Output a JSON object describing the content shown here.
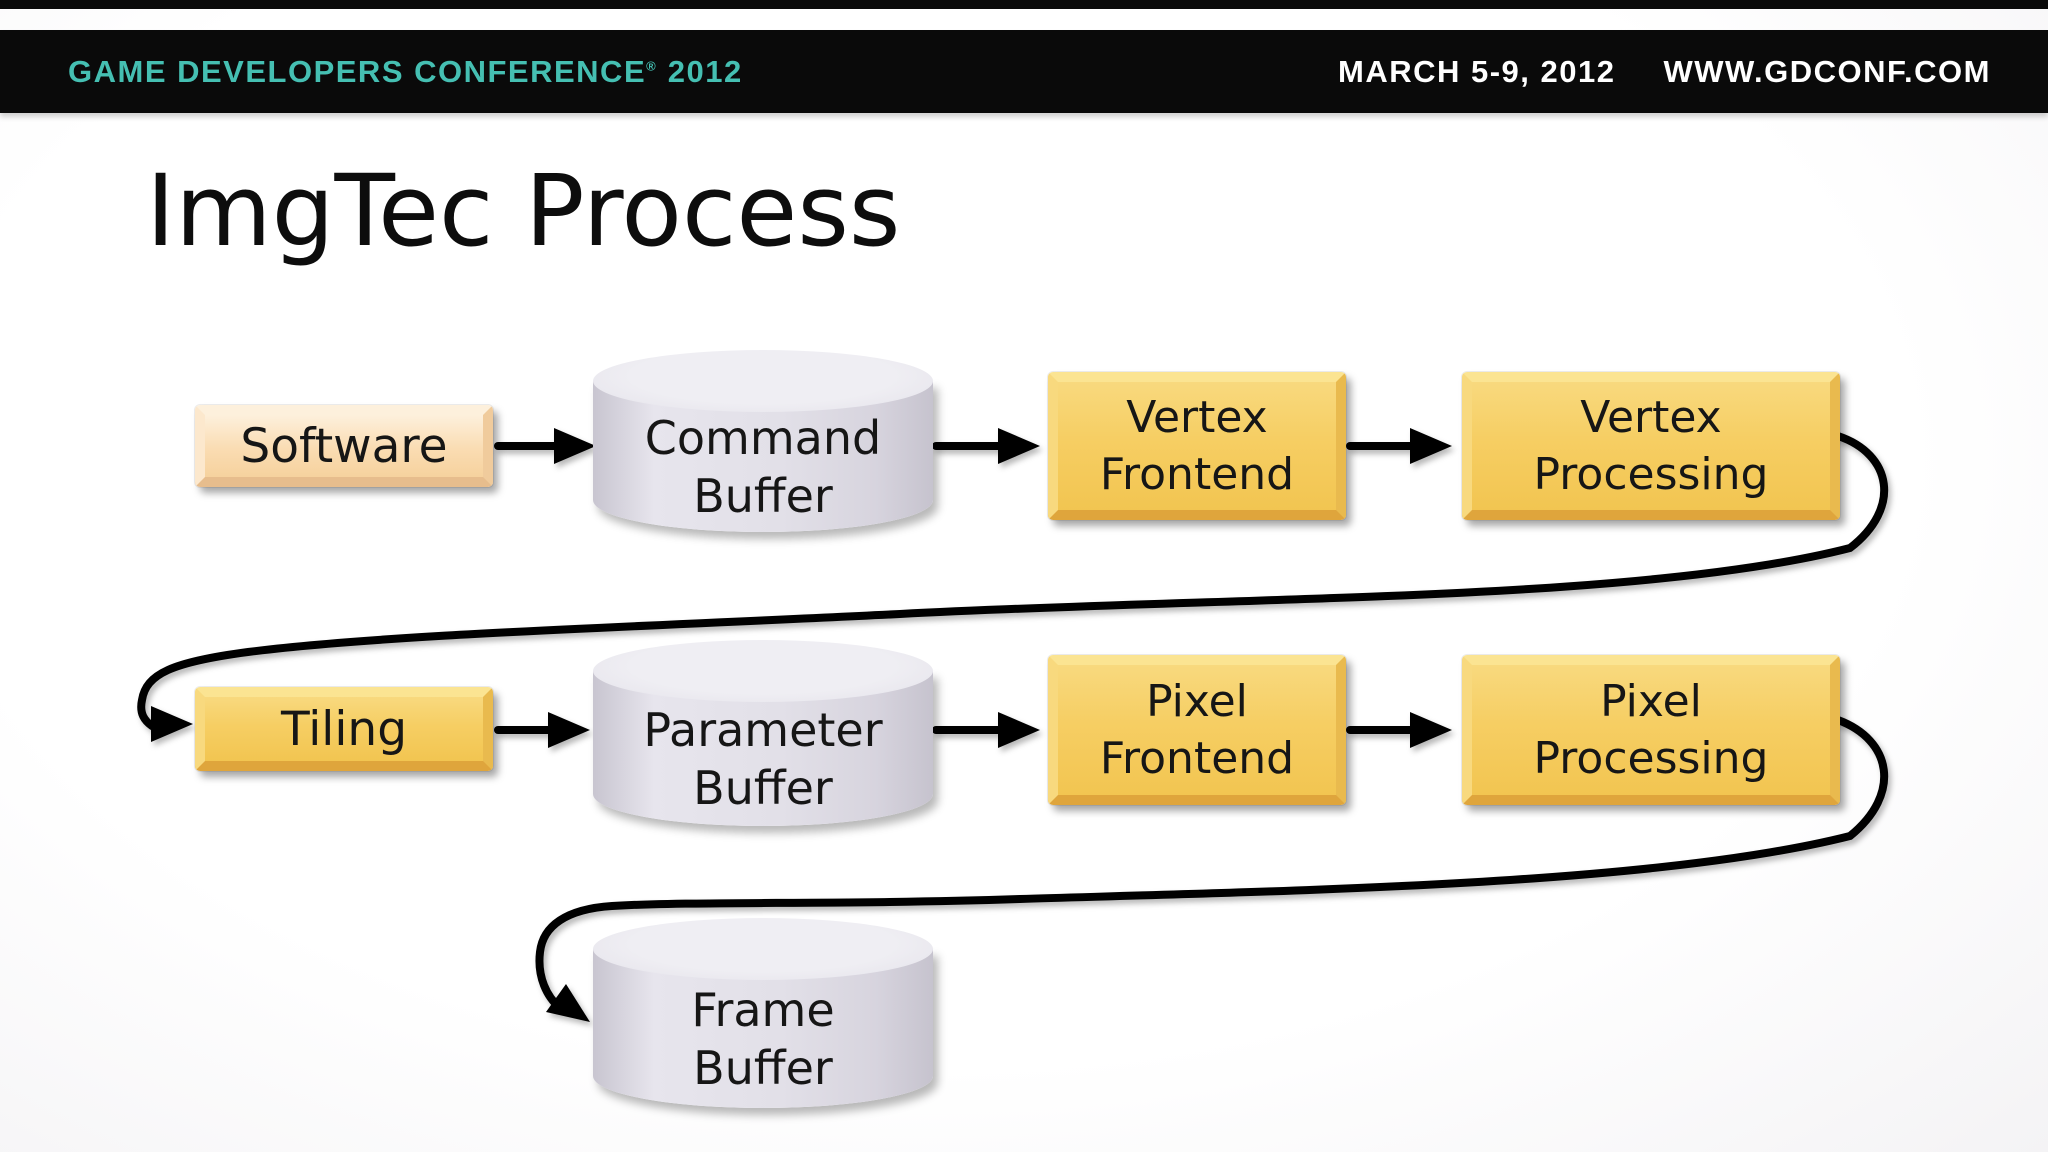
{
  "header": {
    "conference_name": "GAME DEVELOPERS CONFERENCE",
    "registered_mark": "®",
    "year": "2012",
    "dates": "MARCH 5-9, 2012",
    "website": "WWW.GDCONF.COM"
  },
  "slide": {
    "title": "ImgTec Process"
  },
  "diagram": {
    "nodes": {
      "software": {
        "label": "Software",
        "shape": "box",
        "style": "peach"
      },
      "command_buffer": {
        "label": "Command\nBuffer",
        "shape": "cylinder",
        "style": "gray"
      },
      "vertex_frontend": {
        "label": "Vertex\nFrontend",
        "shape": "box",
        "style": "gold"
      },
      "vertex_processing": {
        "label": "Vertex\nProcessing",
        "shape": "box",
        "style": "gold"
      },
      "tiling": {
        "label": "Tiling",
        "shape": "box",
        "style": "gold"
      },
      "parameter_buffer": {
        "label": "Parameter\nBuffer",
        "shape": "cylinder",
        "style": "gray"
      },
      "pixel_frontend": {
        "label": "Pixel\nFrontend",
        "shape": "box",
        "style": "gold"
      },
      "pixel_processing": {
        "label": "Pixel\nProcessing",
        "shape": "box",
        "style": "gold"
      },
      "frame_buffer": {
        "label": "Frame\nBuffer",
        "shape": "cylinder",
        "style": "gray"
      }
    },
    "edges": [
      {
        "from": "software",
        "to": "command_buffer",
        "style": "straight"
      },
      {
        "from": "command_buffer",
        "to": "vertex_frontend",
        "style": "straight"
      },
      {
        "from": "vertex_frontend",
        "to": "vertex_processing",
        "style": "straight"
      },
      {
        "from": "vertex_processing",
        "to": "tiling",
        "style": "curved"
      },
      {
        "from": "tiling",
        "to": "parameter_buffer",
        "style": "straight"
      },
      {
        "from": "parameter_buffer",
        "to": "pixel_frontend",
        "style": "straight"
      },
      {
        "from": "pixel_frontend",
        "to": "pixel_processing",
        "style": "straight"
      },
      {
        "from": "pixel_processing",
        "to": "frame_buffer",
        "style": "curved"
      }
    ]
  },
  "theme": {
    "accent": "#45BFB2",
    "header-bar": "#0A0A0A",
    "header-text": "#FFFFFF",
    "gold": "#F6CE63",
    "gold-hi": "#FBE492",
    "gold-mid-hi": "#F8D97E",
    "gold-mid-lo": "#E9BA4E",
    "gold-lo": "#DFA53C",
    "peach": "#FADCB2",
    "peach-hi": "#FDF0DC",
    "peach-mid-hi": "#FCE8CD",
    "peach-mid-lo": "#F0CB9C",
    "peach-lo": "#E7BD8D",
    "cyl-top": "#EFEEF3",
    "cyl-body": "#E2E0E8",
    "cyl-edge": "#C8C5D0",
    "ink": "#161616",
    "arrow": "#000000"
  }
}
